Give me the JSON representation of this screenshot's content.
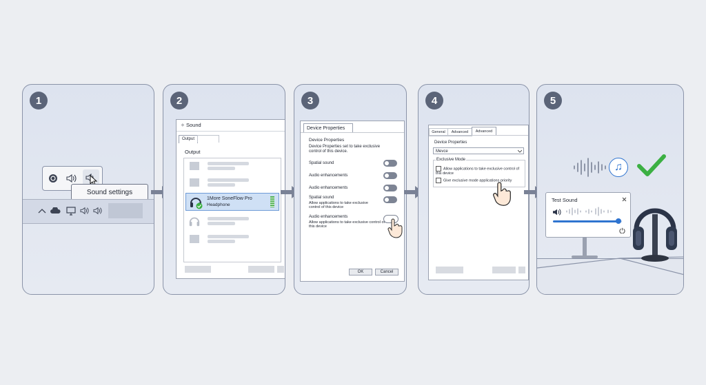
{
  "steps": [
    {
      "number": "1"
    },
    {
      "number": "2"
    },
    {
      "number": "3"
    },
    {
      "number": "4"
    },
    {
      "number": "5"
    }
  ],
  "step1": {
    "tooltip": "Sound settings"
  },
  "step2": {
    "window_title": "Sound",
    "tab_label": "Output",
    "section_label": "Output",
    "device_name": "1More SoneFlow Pro",
    "device_type": "Headphone"
  },
  "step3": {
    "window_title": "Device Properties",
    "header": "Device Properties",
    "description": "Device Properties set to take exclusive control of this device.",
    "rows": [
      {
        "label": "Spatial sound"
      },
      {
        "label": "Audio enhancements"
      },
      {
        "label": "Audio enhancements"
      },
      {
        "label": "Spatial sound",
        "sub": "Allow applications to take exclusive control of this device"
      },
      {
        "label": "Audio enhancements",
        "sub": "Allow applications to take exclusive control of this device"
      }
    ],
    "ok_label": "OK",
    "cancel_label": "Cancel"
  },
  "step4": {
    "tabs": [
      "General",
      "Advanced",
      "Advanced"
    ],
    "header": "Device Properties",
    "dropdown_value": "Mevce",
    "group_label": "Exclusive Mode",
    "option1": "Allow applications to take exclusive control of this device",
    "option2": "Give exclusive mode applications priority"
  },
  "step5": {
    "dialog_title": "Test Sound",
    "volume_level": 0.95
  },
  "colors": {
    "accent": "#2f74d0",
    "check": "#3cb043",
    "badge": "#5b6478"
  }
}
